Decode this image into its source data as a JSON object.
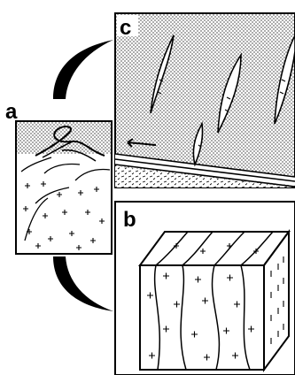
{
  "figure": {
    "panels": [
      {
        "id": "a",
        "label": "a"
      },
      {
        "id": "b",
        "label": "b"
      },
      {
        "id": "c",
        "label": "c"
      }
    ]
  },
  "colors": {
    "ink": "#000000",
    "paper": "#ffffff",
    "stipple": "#cfcfcf"
  }
}
